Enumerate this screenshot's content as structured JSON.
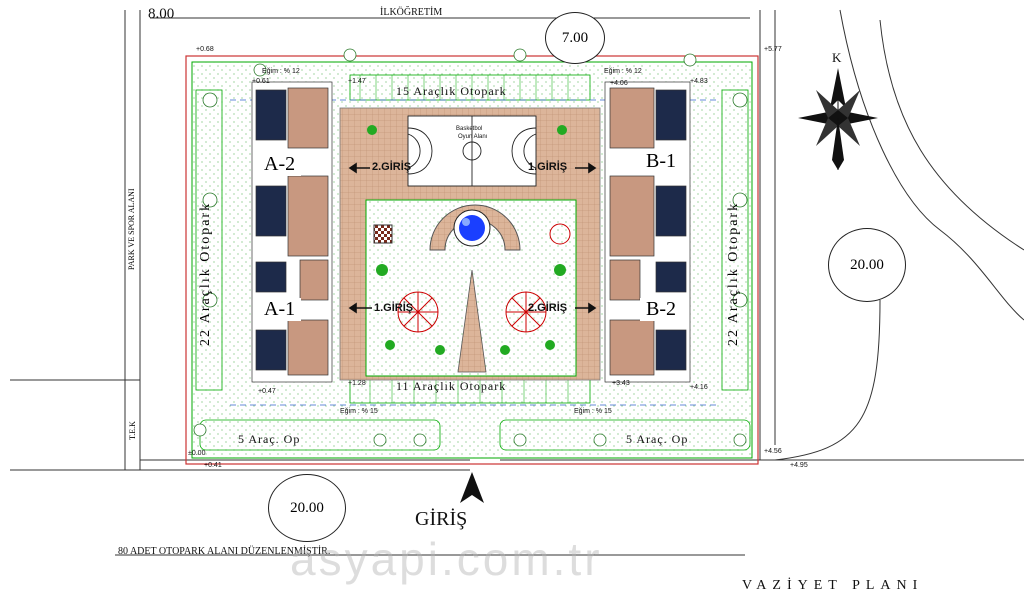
{
  "title": "VAZİYET PLANI",
  "note": "80 ADET OTOPARK ALANI DÜZENLENMİŞTİR.",
  "street_top": "İLKÖĞRETİM",
  "street_left": "PARK VE SPOR ALANI",
  "tek": "T.E.K",
  "road_widths": {
    "top_left": "8.00",
    "top": "7.00",
    "right": "20.00",
    "bottom": "20.00"
  },
  "north": "K",
  "main_entry": "GİRİŞ",
  "blocks": [
    "A-2",
    "A-1",
    "B-1",
    "B-2"
  ],
  "entries": {
    "a2": "2.GİRİŞ",
    "b1": "1.GİRİŞ",
    "a1": "1.GİRİŞ",
    "b2": "2.GİRİŞ"
  },
  "parking": {
    "top": "15 Araçlık Otopark",
    "bottom": "11 Araçlık Otopark",
    "left": "22 Araçlık Otopark",
    "right": "22 Araçlık Otopark",
    "bottom_left": "5 Araç. Op",
    "bottom_right": "5 Araç. Op"
  },
  "court": [
    "Basketbol",
    "Oyun Alanı"
  ],
  "elevations": [
    "+0.68",
    "+0.61",
    "+1.47",
    "+5.77",
    "+4.06",
    "+4.83",
    "+0.47",
    "+1.28",
    "+3.43",
    "+4.16",
    "+4.56",
    "+4.95",
    "±0.00",
    "+0.41"
  ],
  "slopes": [
    "Eğim : % 12",
    "Eğim : % 12",
    "Eğim : % 15",
    "Eğim : % 15"
  ],
  "watermark": "asyapi.com.tr",
  "colors": {
    "green": "#00aa00",
    "roof": "#c89880",
    "pave": "#d9b49a",
    "pool": "#1a3fff",
    "red": "#cc0000"
  }
}
